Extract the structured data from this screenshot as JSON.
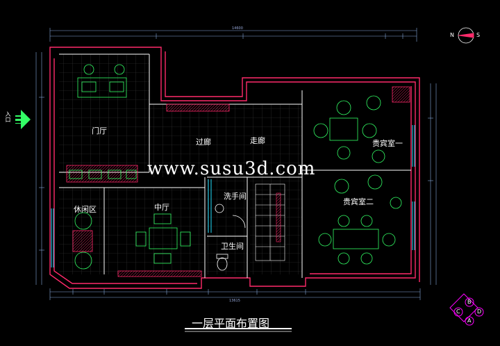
{
  "title": "一层平面布置图",
  "watermark": "www.susu3d.com",
  "compass": {
    "left": "N",
    "right": "S"
  },
  "entrance": "入口",
  "rooms": {
    "lobby": "门厅",
    "aisle": "过廊",
    "corridor": "走廊",
    "vip1": "贵宾室一",
    "vip2": "贵宾室二",
    "middle": "中厅",
    "rest": "休闲区",
    "wash": "洗手间",
    "toilet": "卫生间"
  },
  "view_markers": [
    "B",
    "C",
    "D",
    "A"
  ],
  "dimensions": {
    "top_total": "14600",
    "bottom_total": "13615"
  },
  "colors": {
    "wall_outer": "#ff2a6a",
    "wall_inner": "#ffffff",
    "furniture": "#33ff66",
    "cyan": "#22e0ff",
    "grid": "#4a4a4a",
    "dim": "#88aadd",
    "marker": "#ff00ff"
  }
}
